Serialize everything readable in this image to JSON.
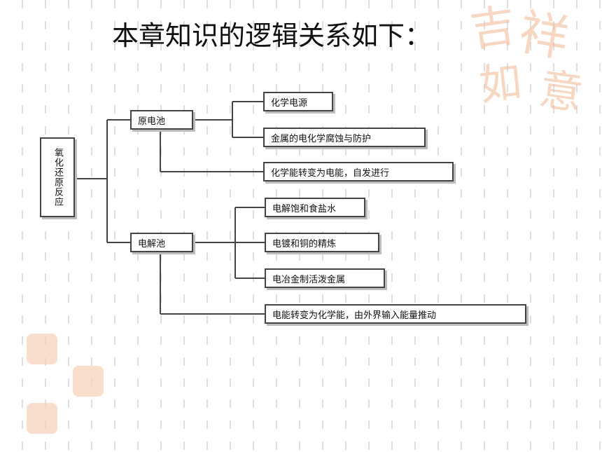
{
  "title": "本章知识的逻辑关系如下：",
  "diagram": {
    "root": "氧化还原反应",
    "branches": [
      {
        "label": "原电池",
        "items": [
          "化学电源",
          "金属的电化学腐蚀与防护",
          "化学能转变为电能，自发进行"
        ]
      },
      {
        "label": "电解池",
        "items": [
          "电解饱和食盐水",
          "电镀和铜的精炼",
          "电冶金制活泼金属",
          "电能转变为化学能，由外界输入能量推动"
        ]
      }
    ]
  },
  "colors": {
    "line": "#444444",
    "shadow": "#bdbdbd",
    "watermark": "#f1b78f",
    "grid": "#dcdcdc"
  },
  "decor": {
    "watermark_icon": "seal-watermark",
    "stamp_icon": "small-seal-stamp"
  }
}
